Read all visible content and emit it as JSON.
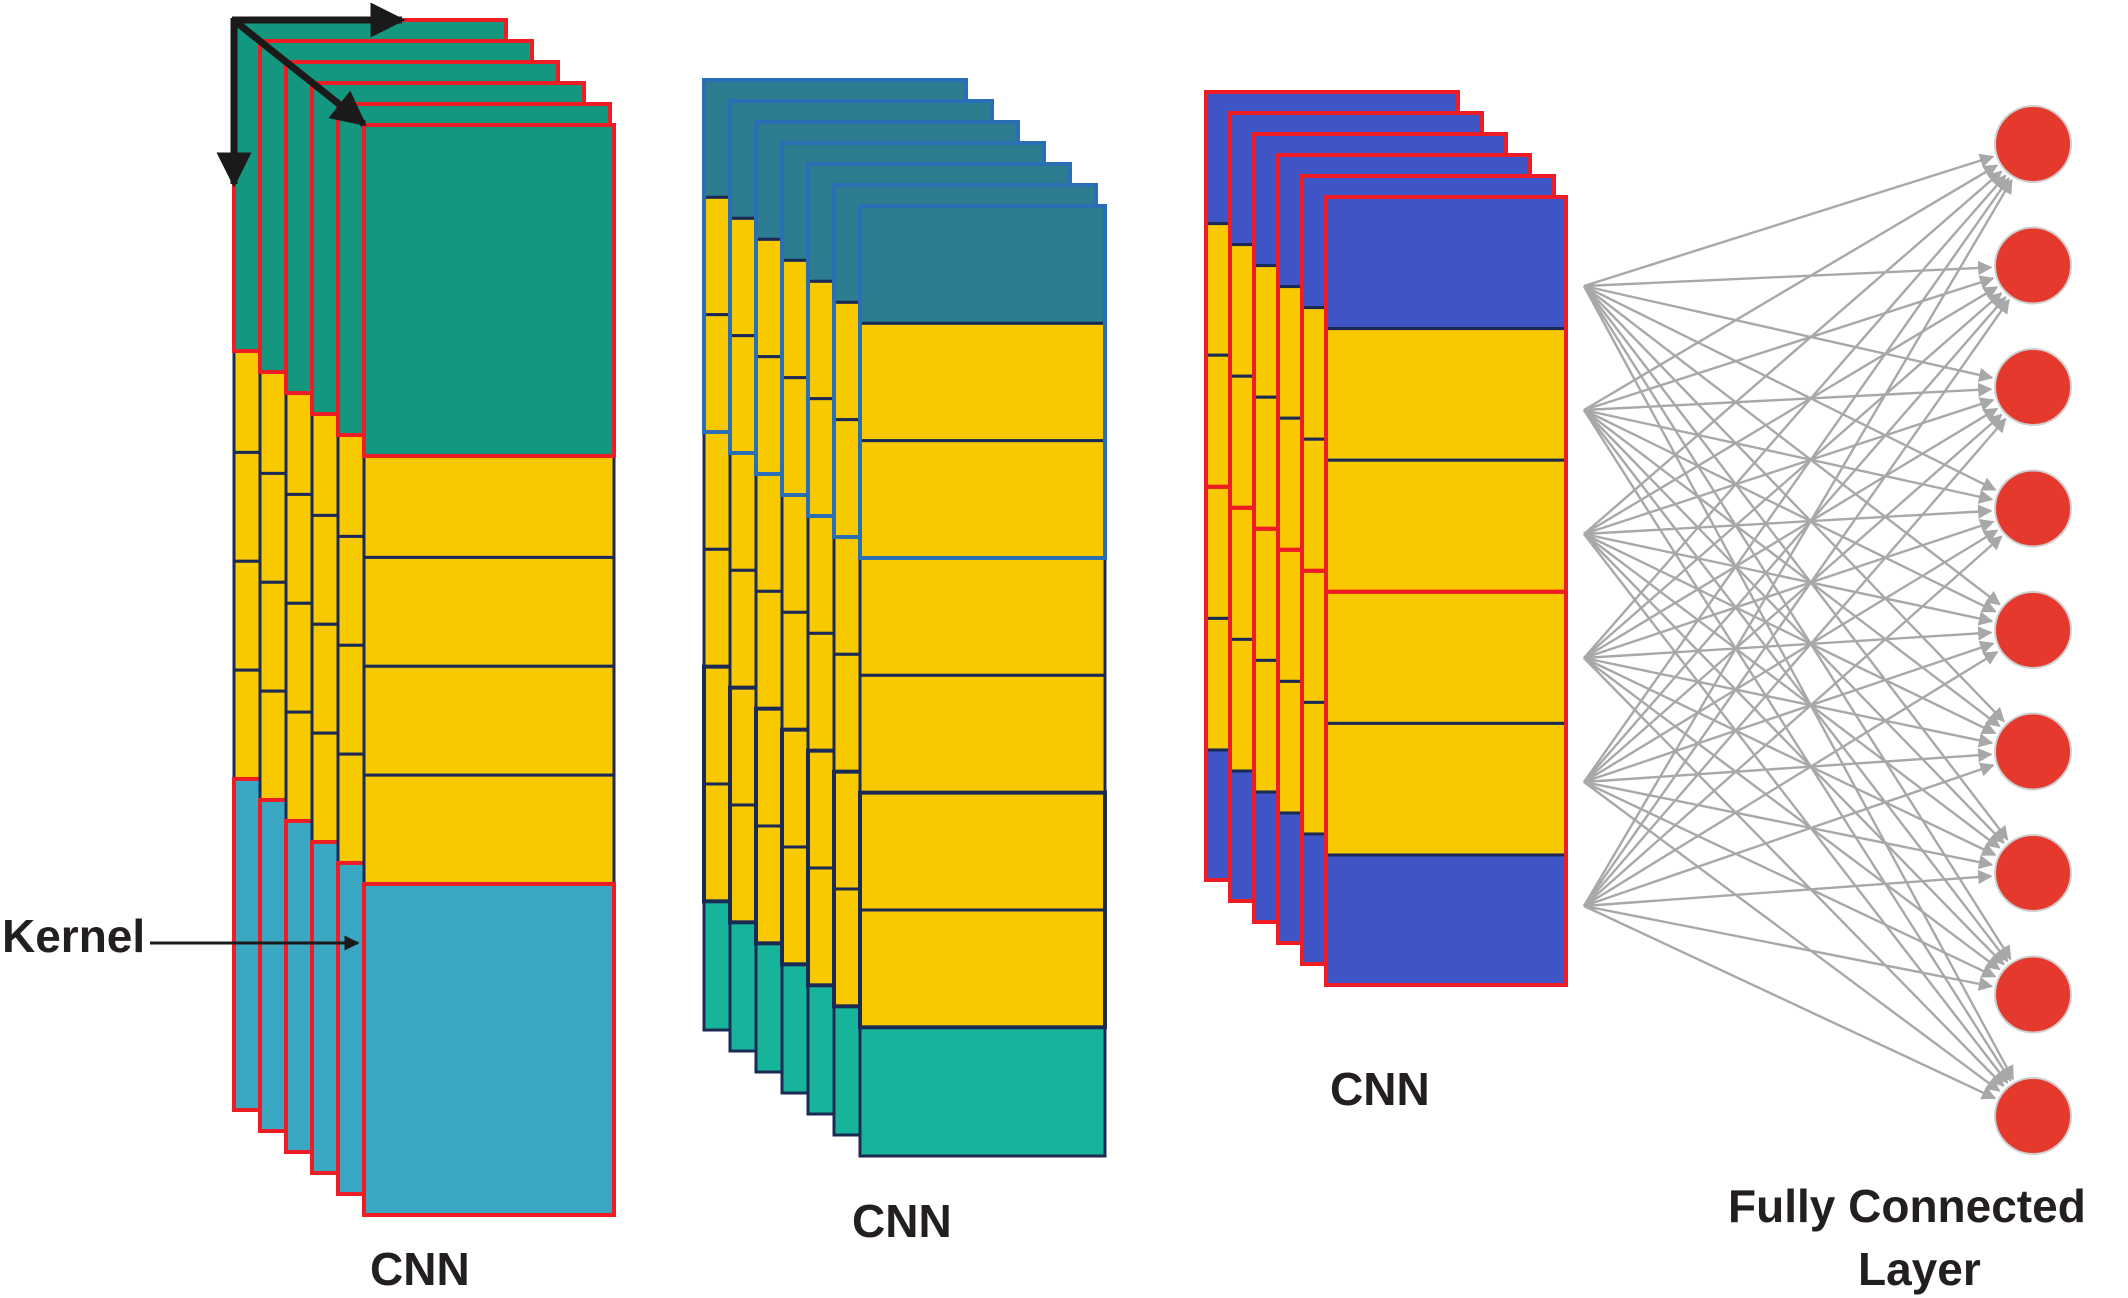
{
  "labels": {
    "kernel": "Kernel",
    "cnn_1": "CNN",
    "cnn_2": "CNN",
    "cnn_3": "CNN",
    "fc_line1": "Fully Connected",
    "fc_line2": "Layer"
  },
  "colors": {
    "teal_dark": "#14977f",
    "teal_light": "#3aa8c2",
    "yellow": "#f9c900",
    "steel_teal": "#2b7d8f",
    "green_teal": "#16b59b",
    "blue": "#3f55c6",
    "red": "#ee1c25",
    "navy": "#1b2a55",
    "edge_blue": "#2a6fb6",
    "node_red": "#e5392d",
    "connection_gray": "#a8a8a8",
    "arrow_black": "#1a1a1a"
  },
  "layers": [
    {
      "name": "cnn-block-1",
      "filters": 6,
      "segments": [
        "teal_dark",
        "yellow",
        "yellow",
        "yellow",
        "yellow",
        "teal_light"
      ]
    },
    {
      "name": "cnn-block-2",
      "filters": 7,
      "segments": [
        "steel_teal",
        "yellow",
        "yellow",
        "yellow",
        "yellow",
        "yellow",
        "yellow",
        "green_teal"
      ]
    },
    {
      "name": "cnn-block-3",
      "filters": 6,
      "segments": [
        "blue",
        "yellow",
        "yellow",
        "yellow",
        "yellow",
        "blue"
      ]
    }
  ],
  "fully_connected": {
    "nodes": 9,
    "sources": 6
  }
}
